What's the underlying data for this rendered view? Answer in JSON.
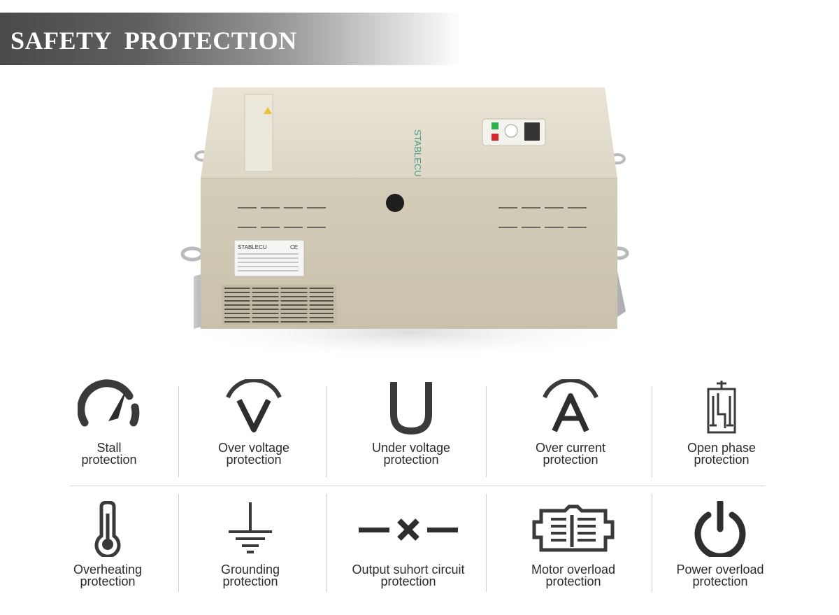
{
  "banner": {
    "title": "SAFETY  PROTECTION"
  },
  "product": {
    "brand": "STABLECU",
    "caution": "CAUTION",
    "nameplate_brand": "STABLECU",
    "nameplate_ce": "CE"
  },
  "features": [
    {
      "icon": "gauge-icon",
      "line1": "Stall",
      "line2": "protection"
    },
    {
      "icon": "over-voltage-icon",
      "line1": "Over voltage",
      "line2": "protection"
    },
    {
      "icon": "under-voltage-icon",
      "line1": "Under voltage",
      "line2": "protection"
    },
    {
      "icon": "over-current-icon",
      "line1": "Over current",
      "line2": "protection"
    },
    {
      "icon": "open-phase-icon",
      "line1": "Open phase",
      "line2": "protection"
    },
    {
      "icon": "thermometer-icon",
      "line1": "Overheating",
      "line2": "protection"
    },
    {
      "icon": "ground-icon",
      "line1": "Grounding",
      "line2": "protection"
    },
    {
      "icon": "short-circuit-icon",
      "line1": "Output suhort circuit",
      "line2": "protection"
    },
    {
      "icon": "motor-overload-icon",
      "line1": "Motor overload",
      "line2": "protection"
    },
    {
      "icon": "power-icon",
      "line1": "Power overload",
      "line2": "protection"
    }
  ]
}
